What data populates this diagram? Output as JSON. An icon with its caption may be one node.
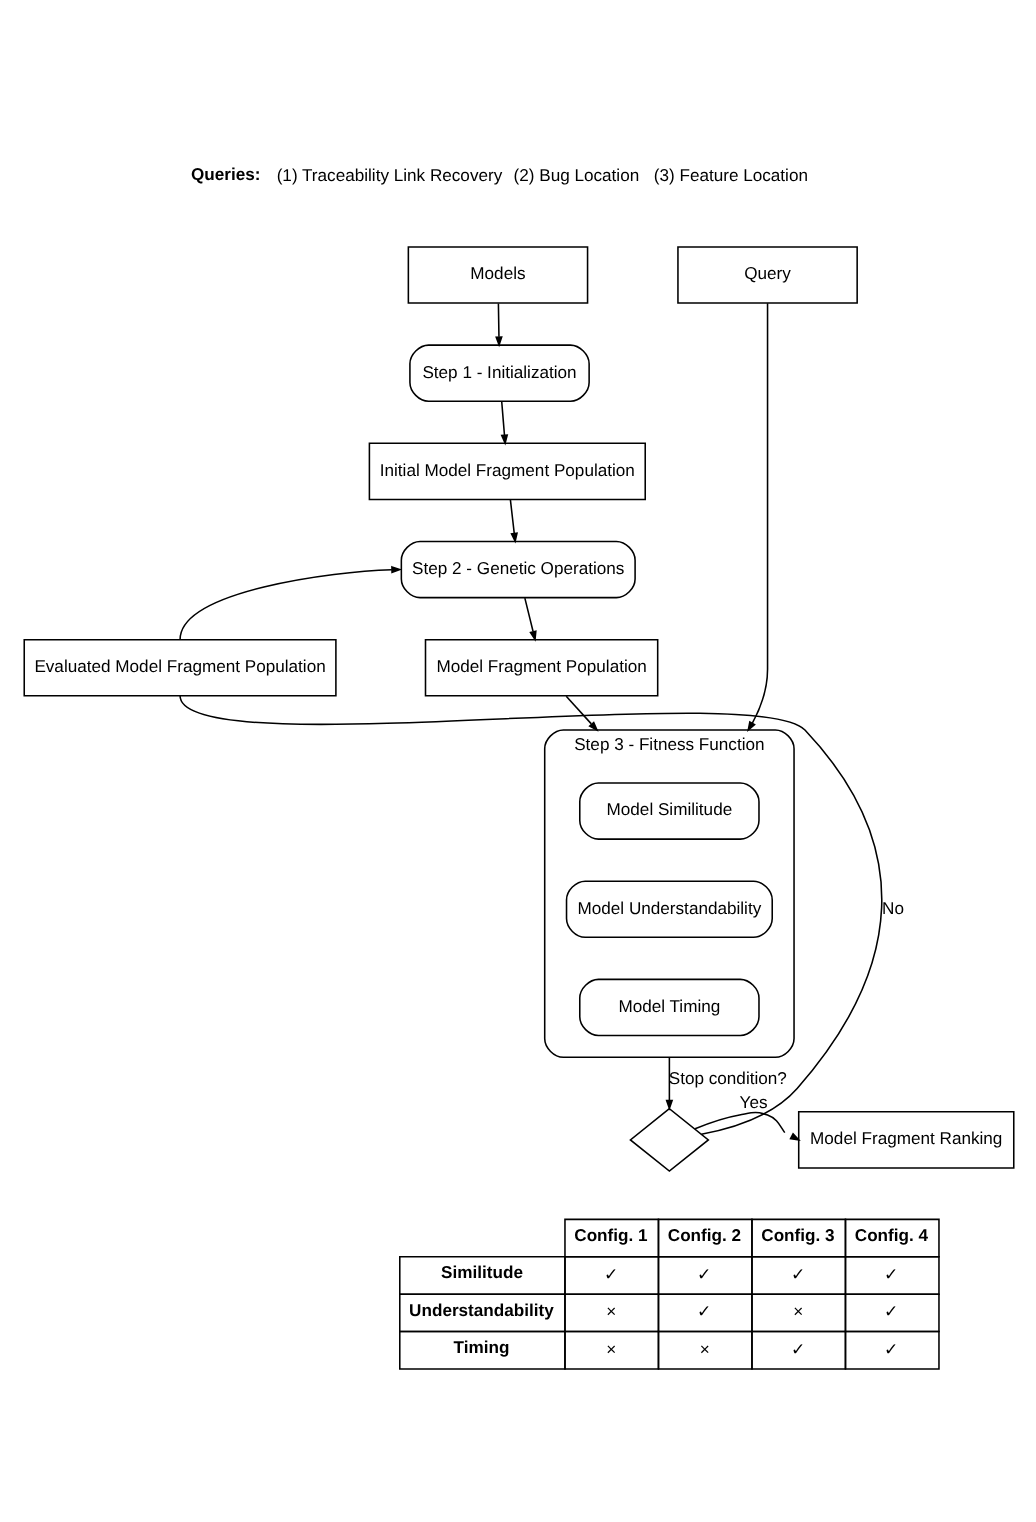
{
  "diagram": {
    "nodes": [
      {
        "text": [
          "Models"
        ]
      },
      {
        "text": [
          "Query"
        ]
      },
      {
        "text": [
          "Step 1 - Initialization"
        ]
      },
      {
        "text": [
          "Initial Model Fragment Population"
        ]
      },
      {
        "text": [
          "Step 2 - Genetic Operations"
        ]
      },
      {
        "text": [
          "Evaluated Model Fragment Population"
        ]
      },
      {
        "text": [
          "Model Fragment Population"
        ]
      },
      {
        "text": [
          "Step 3 - Fitness Function"
        ]
      },
      {
        "text": [
          "Model Similitude"
        ],
        "in": 7
      },
      {
        "text": [
          "Model Understandability"
        ],
        "in": 7
      },
      {
        "text": [
          "Model Timing"
        ],
        "in": 7
      },
      {
        "text": [],
        "shape": "diamond"
      },
      {
        "text": [
          "Model Fragment Ranking"
        ]
      }
    ],
    "edges": [
      {
        "from": 0,
        "to": 2,
        "arrow": "to"
      },
      {
        "from": 2,
        "to": 3,
        "arrow": "to"
      },
      {
        "from": 3,
        "to": 4,
        "arrow": "to"
      },
      {
        "from": 4,
        "to": 6,
        "arrow": "to"
      },
      {
        "from": 6,
        "to": 7,
        "arrow": "to"
      },
      {
        "from": 1,
        "to": 7,
        "arrow": "to"
      },
      {
        "from": 7,
        "to": 11,
        "arrow": "to",
        "label": "Stop condition?"
      },
      {
        "from": 11,
        "to": 5,
        "arrow": "none",
        "label": "No"
      },
      {
        "from": 5,
        "to": 4,
        "arrow": "to"
      },
      {
        "from": 11,
        "to": 12,
        "arrow": "to",
        "label": "Yes"
      }
    ],
    "labels": [
      "Queries:",
      "(1) Traceability Link Recovery",
      "(2) Bug Location",
      "(3) Feature Location",
      "Config. 1",
      "Config. 2",
      "Config. 3",
      "Config. 4",
      "Similitude",
      "✓",
      "✓",
      "✓",
      "✓",
      "Understandability",
      "×",
      "✓",
      "×",
      "✓",
      "Timing",
      "×",
      "×",
      "✓",
      "✓"
    ]
  }
}
